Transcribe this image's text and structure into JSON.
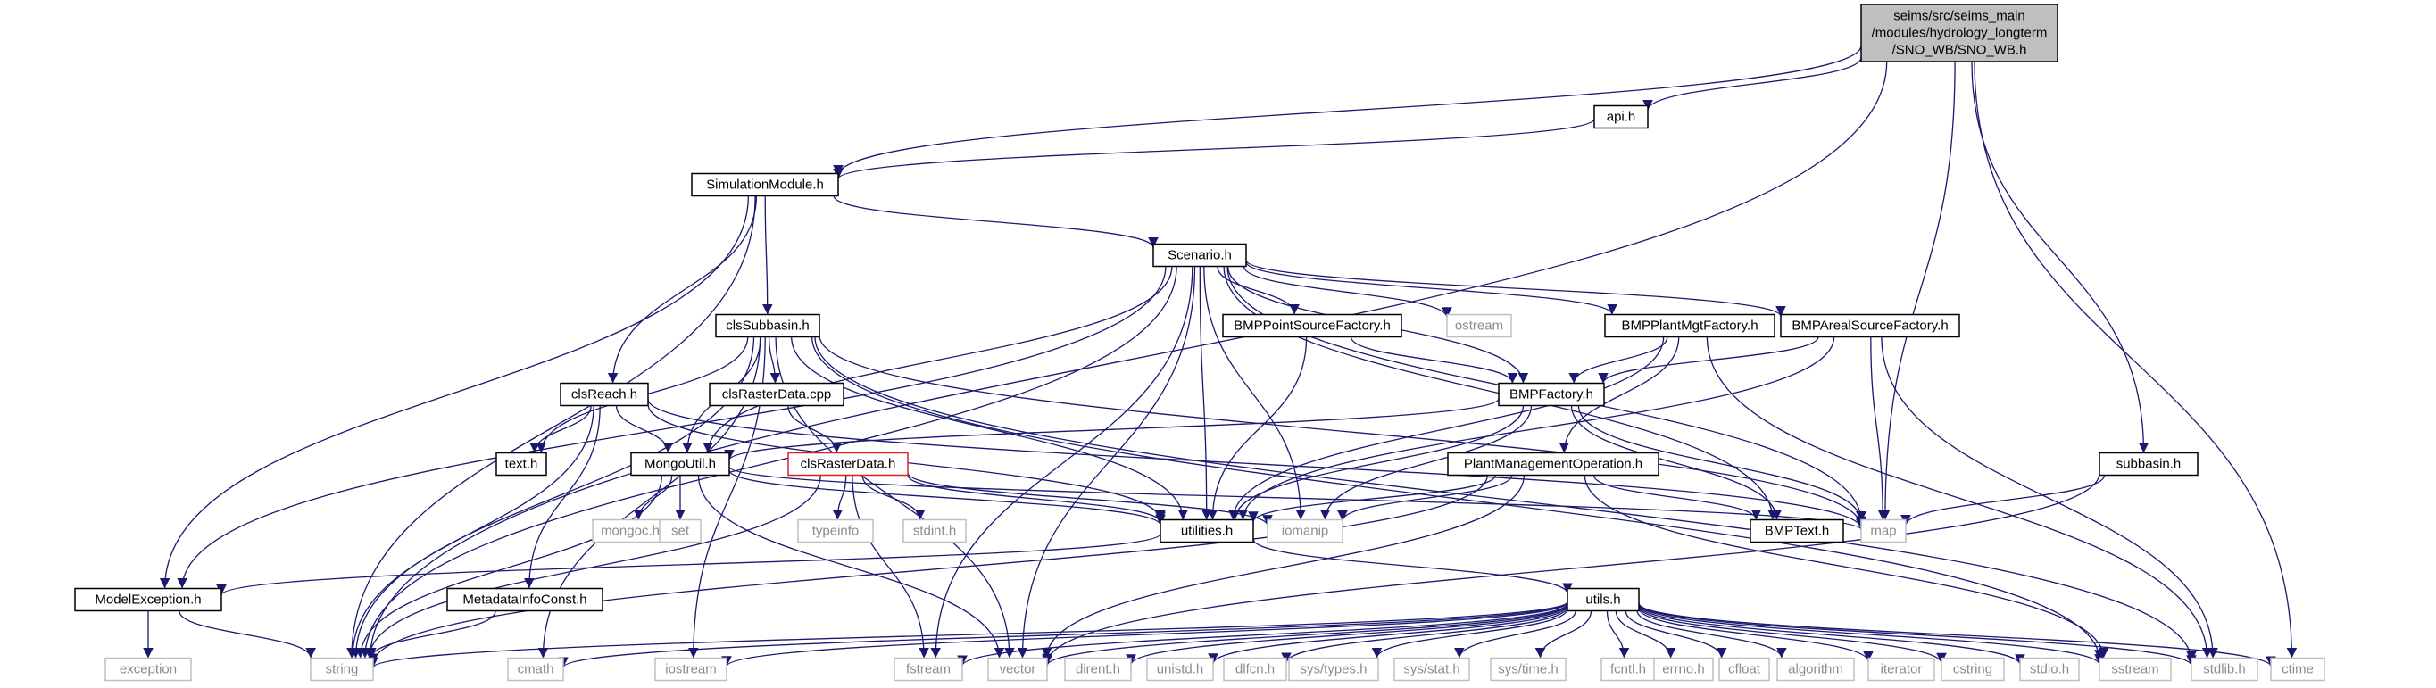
{
  "colors": {
    "edge": "#191970",
    "root_fill": "#bfbfbf",
    "sys_text": "#8c8c8c",
    "missing_border": "#e02020"
  },
  "nodes": [
    {
      "id": "root",
      "label": [
        "seims/src/seims_main",
        "/modules/hydrology_longterm",
        "/SNO_WB/SNO_WB.h"
      ],
      "kind": "root"
    },
    {
      "id": "api",
      "label": [
        "api.h"
      ],
      "kind": "hdr"
    },
    {
      "id": "sim",
      "label": [
        "SimulationModule.h"
      ],
      "kind": "hdr"
    },
    {
      "id": "scen",
      "label": [
        "Scenario.h"
      ],
      "kind": "hdr"
    },
    {
      "id": "sub",
      "label": [
        "clsSubbasin.h"
      ],
      "kind": "hdr"
    },
    {
      "id": "bpsf",
      "label": [
        "BMPPointSourceFactory.h"
      ],
      "kind": "hdr"
    },
    {
      "id": "ostream",
      "label": [
        "ostream"
      ],
      "kind": "sys"
    },
    {
      "id": "bpmf",
      "label": [
        "BMPPlantMgtFactory.h"
      ],
      "kind": "hdr"
    },
    {
      "id": "basf",
      "label": [
        "BMPArealSourceFactory.h"
      ],
      "kind": "hdr"
    },
    {
      "id": "subh",
      "label": [
        "subbasin.h"
      ],
      "kind": "hdr"
    },
    {
      "id": "reach",
      "label": [
        "clsReach.h"
      ],
      "kind": "hdr"
    },
    {
      "id": "rdcpp",
      "label": [
        "clsRasterData.cpp"
      ],
      "kind": "hdr"
    },
    {
      "id": "bfac",
      "label": [
        "BMPFactory.h"
      ],
      "kind": "hdr"
    },
    {
      "id": "texth",
      "label": [
        "text.h"
      ],
      "kind": "hdr"
    },
    {
      "id": "mongo",
      "label": [
        "MongoUtil.h"
      ],
      "kind": "hdr"
    },
    {
      "id": "rdh",
      "label": [
        "clsRasterData.h"
      ],
      "kind": "red"
    },
    {
      "id": "pmo",
      "label": [
        "PlantManagementOperation.h"
      ],
      "kind": "hdr"
    },
    {
      "id": "mongoc",
      "label": [
        "mongoc.h"
      ],
      "kind": "sys"
    },
    {
      "id": "set",
      "label": [
        "set"
      ],
      "kind": "sys"
    },
    {
      "id": "typeinfo",
      "label": [
        "typeinfo"
      ],
      "kind": "sys"
    },
    {
      "id": "stdint",
      "label": [
        "stdint.h"
      ],
      "kind": "sys"
    },
    {
      "id": "util",
      "label": [
        "utilities.h"
      ],
      "kind": "hdr"
    },
    {
      "id": "iomanip",
      "label": [
        "iomanip"
      ],
      "kind": "sys"
    },
    {
      "id": "bmptext",
      "label": [
        "BMPText.h"
      ],
      "kind": "hdr"
    },
    {
      "id": "map",
      "label": [
        "map"
      ],
      "kind": "sys"
    },
    {
      "id": "modexc",
      "label": [
        "ModelException.h"
      ],
      "kind": "hdr"
    },
    {
      "id": "meta",
      "label": [
        "MetadataInfoConst.h"
      ],
      "kind": "hdr"
    },
    {
      "id": "utils",
      "label": [
        "utils.h"
      ],
      "kind": "hdr"
    },
    {
      "id": "exception",
      "label": [
        "exception"
      ],
      "kind": "sys"
    },
    {
      "id": "string",
      "label": [
        "string"
      ],
      "kind": "sys"
    },
    {
      "id": "cmath",
      "label": [
        "cmath"
      ],
      "kind": "sys"
    },
    {
      "id": "iostream",
      "label": [
        "iostream"
      ],
      "kind": "sys"
    },
    {
      "id": "fstream",
      "label": [
        "fstream"
      ],
      "kind": "sys"
    },
    {
      "id": "vector",
      "label": [
        "vector"
      ],
      "kind": "sys"
    },
    {
      "id": "dirent",
      "label": [
        "dirent.h"
      ],
      "kind": "sys"
    },
    {
      "id": "unistd",
      "label": [
        "unistd.h"
      ],
      "kind": "sys"
    },
    {
      "id": "dlfcn",
      "label": [
        "dlfcn.h"
      ],
      "kind": "sys"
    },
    {
      "id": "systypes",
      "label": [
        "sys/types.h"
      ],
      "kind": "sys"
    },
    {
      "id": "sysstat",
      "label": [
        "sys/stat.h"
      ],
      "kind": "sys"
    },
    {
      "id": "systime",
      "label": [
        "sys/time.h"
      ],
      "kind": "sys"
    },
    {
      "id": "fcntl",
      "label": [
        "fcntl.h"
      ],
      "kind": "sys"
    },
    {
      "id": "errno",
      "label": [
        "errno.h"
      ],
      "kind": "sys"
    },
    {
      "id": "cfloat",
      "label": [
        "cfloat"
      ],
      "kind": "sys"
    },
    {
      "id": "algorithm",
      "label": [
        "algorithm"
      ],
      "kind": "sys"
    },
    {
      "id": "iterator",
      "label": [
        "iterator"
      ],
      "kind": "sys"
    },
    {
      "id": "cstring",
      "label": [
        "cstring"
      ],
      "kind": "sys"
    },
    {
      "id": "stdio",
      "label": [
        "stdio.h"
      ],
      "kind": "sys"
    },
    {
      "id": "sstream",
      "label": [
        "sstream"
      ],
      "kind": "sys"
    },
    {
      "id": "stdlib",
      "label": [
        "stdlib.h"
      ],
      "kind": "sys"
    },
    {
      "id": "ctime",
      "label": [
        "ctime"
      ],
      "kind": "sys"
    }
  ],
  "edges": [
    [
      "root",
      "api"
    ],
    [
      "root",
      "sim"
    ],
    [
      "root",
      "string"
    ],
    [
      "root",
      "map"
    ],
    [
      "root",
      "subh"
    ],
    [
      "root",
      "ctime"
    ],
    [
      "api",
      "sim"
    ],
    [
      "sim",
      "scen"
    ],
    [
      "sim",
      "sub"
    ],
    [
      "sim",
      "reach"
    ],
    [
      "sim",
      "modexc"
    ],
    [
      "sim",
      "string"
    ],
    [
      "scen",
      "bpsf"
    ],
    [
      "scen",
      "ostream"
    ],
    [
      "scen",
      "bpmf"
    ],
    [
      "scen",
      "basf"
    ],
    [
      "scen",
      "bfac"
    ],
    [
      "scen",
      "mongo"
    ],
    [
      "scen",
      "util"
    ],
    [
      "scen",
      "iomanip"
    ],
    [
      "scen",
      "bmptext"
    ],
    [
      "scen",
      "map"
    ],
    [
      "scen",
      "modexc"
    ],
    [
      "scen",
      "string"
    ],
    [
      "scen",
      "fstream"
    ],
    [
      "scen",
      "vector"
    ],
    [
      "sub",
      "texth"
    ],
    [
      "sub",
      "rdcpp"
    ],
    [
      "sub",
      "mongo"
    ],
    [
      "sub",
      "util"
    ],
    [
      "sub",
      "map"
    ],
    [
      "sub",
      "string"
    ],
    [
      "sub",
      "cmath"
    ],
    [
      "sub",
      "iostream"
    ],
    [
      "sub",
      "vector"
    ],
    [
      "sub",
      "sstream"
    ],
    [
      "sub",
      "stdlib"
    ],
    [
      "bpsf",
      "bfac"
    ],
    [
      "bpsf",
      "util"
    ],
    [
      "bpmf",
      "bfac"
    ],
    [
      "bpmf",
      "pmo"
    ],
    [
      "bpmf",
      "util"
    ],
    [
      "bpmf",
      "stdlib"
    ],
    [
      "basf",
      "bfac"
    ],
    [
      "basf",
      "util"
    ],
    [
      "basf",
      "map"
    ],
    [
      "basf",
      "stdlib"
    ],
    [
      "subh",
      "map"
    ],
    [
      "subh",
      "vector"
    ],
    [
      "reach",
      "texth"
    ],
    [
      "reach",
      "mongo"
    ],
    [
      "reach",
      "meta"
    ],
    [
      "reach",
      "util"
    ],
    [
      "reach",
      "string"
    ],
    [
      "reach",
      "map"
    ],
    [
      "rdcpp",
      "rdh"
    ],
    [
      "bfac",
      "mongo"
    ],
    [
      "bfac",
      "util"
    ],
    [
      "bfac",
      "iomanip"
    ],
    [
      "bfac",
      "bmptext"
    ],
    [
      "bfac",
      "map"
    ],
    [
      "mongo",
      "mongoc"
    ],
    [
      "mongo",
      "set"
    ],
    [
      "mongo",
      "util"
    ],
    [
      "mongo",
      "string"
    ],
    [
      "mongo",
      "vector"
    ],
    [
      "mongo",
      "map"
    ],
    [
      "rdh",
      "typeinfo"
    ],
    [
      "rdh",
      "stdint"
    ],
    [
      "rdh",
      "util"
    ],
    [
      "rdh",
      "iomanip"
    ],
    [
      "rdh",
      "string"
    ],
    [
      "rdh",
      "fstream"
    ],
    [
      "pmo",
      "util"
    ],
    [
      "pmo",
      "bmptext"
    ],
    [
      "pmo",
      "string"
    ],
    [
      "pmo",
      "vector"
    ],
    [
      "pmo",
      "sstream"
    ],
    [
      "pmo",
      "iomanip"
    ],
    [
      "util",
      "modexc"
    ],
    [
      "util",
      "utils"
    ],
    [
      "modexc",
      "exception"
    ],
    [
      "modexc",
      "string"
    ],
    [
      "meta",
      "string"
    ],
    [
      "utils",
      "string"
    ],
    [
      "utils",
      "cmath"
    ],
    [
      "utils",
      "iostream"
    ],
    [
      "utils",
      "fstream"
    ],
    [
      "utils",
      "vector"
    ],
    [
      "utils",
      "dirent"
    ],
    [
      "utils",
      "unistd"
    ],
    [
      "utils",
      "dlfcn"
    ],
    [
      "utils",
      "systypes"
    ],
    [
      "utils",
      "sysstat"
    ],
    [
      "utils",
      "systime"
    ],
    [
      "utils",
      "fcntl"
    ],
    [
      "utils",
      "errno"
    ],
    [
      "utils",
      "cfloat"
    ],
    [
      "utils",
      "algorithm"
    ],
    [
      "utils",
      "iterator"
    ],
    [
      "utils",
      "cstring"
    ],
    [
      "utils",
      "stdio"
    ],
    [
      "utils",
      "sstream"
    ],
    [
      "utils",
      "stdlib"
    ],
    [
      "utils",
      "ctime"
    ]
  ]
}
